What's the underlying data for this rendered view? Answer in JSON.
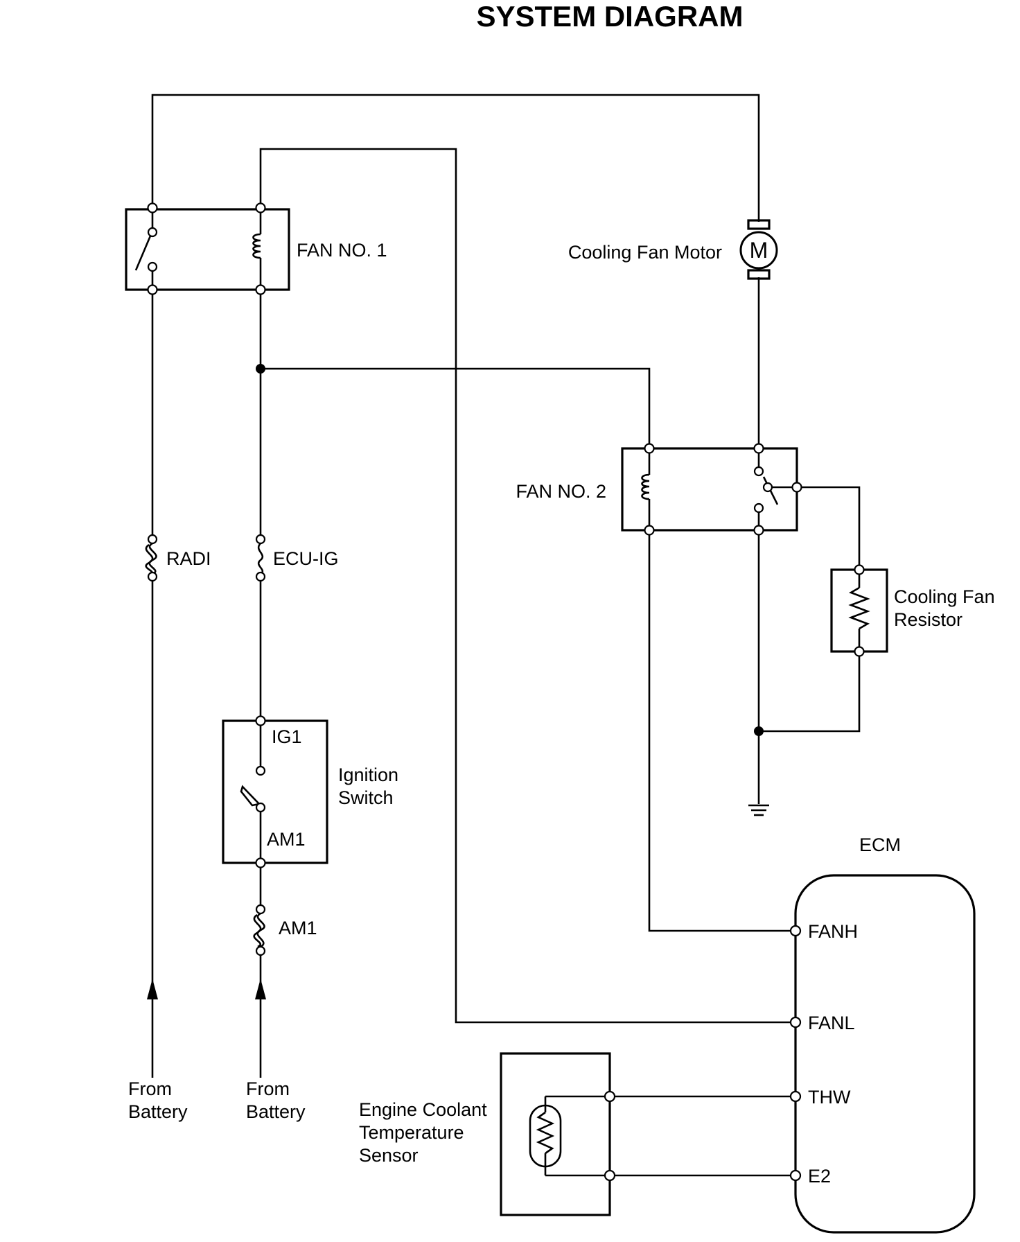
{
  "title": "SYSTEM DIAGRAM",
  "components": {
    "fan_no1": "FAN NO. 1",
    "fan_no2": "FAN NO. 2",
    "motor_label": "Cooling Fan Motor",
    "motor_symbol": "M",
    "resistor_line1": "Cooling Fan",
    "resistor_line2": "Resistor",
    "ignition_line1": "Ignition",
    "ignition_line2": "Switch",
    "ig1": "IG1",
    "am1_terminal": "AM1",
    "ecm": "ECM",
    "sensor_line1": "Engine Coolant",
    "sensor_line2": "Temperature",
    "sensor_line3": "Sensor"
  },
  "fuses": {
    "radi": "RADI",
    "ecu_ig": "ECU-IG",
    "am1": "AM1"
  },
  "ecm_terminals": {
    "fanh": "FANH",
    "fanl": "FANL",
    "thw": "THW",
    "e2": "E2"
  },
  "battery": {
    "left_line1": "From",
    "left_line2": "Battery",
    "right_line1": "From",
    "right_line2": "Battery"
  }
}
